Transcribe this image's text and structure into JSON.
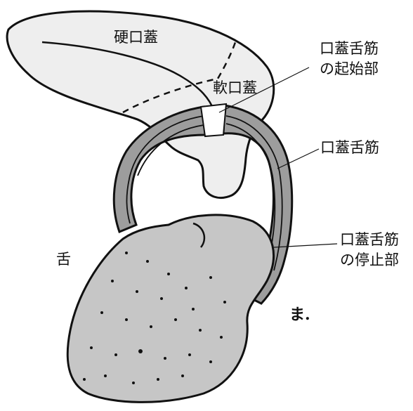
{
  "labels": {
    "hard_palate": "硬口蓋",
    "soft_palate": "軟口蓋",
    "muscle_origin_line1": "口蓋舌筋",
    "muscle_origin_line2": "の起始部",
    "palatoglossus": "口蓋舌筋",
    "muscle_insertion_line1": "口蓋舌筋",
    "muscle_insertion_line2": "の停止部",
    "tongue": "舌",
    "signature": "ま."
  },
  "colors": {
    "fill_light": "#eeeeee",
    "fill_muscle": "#9d9d9d",
    "fill_tongue": "#c6c6c6",
    "outline": "#111111"
  }
}
